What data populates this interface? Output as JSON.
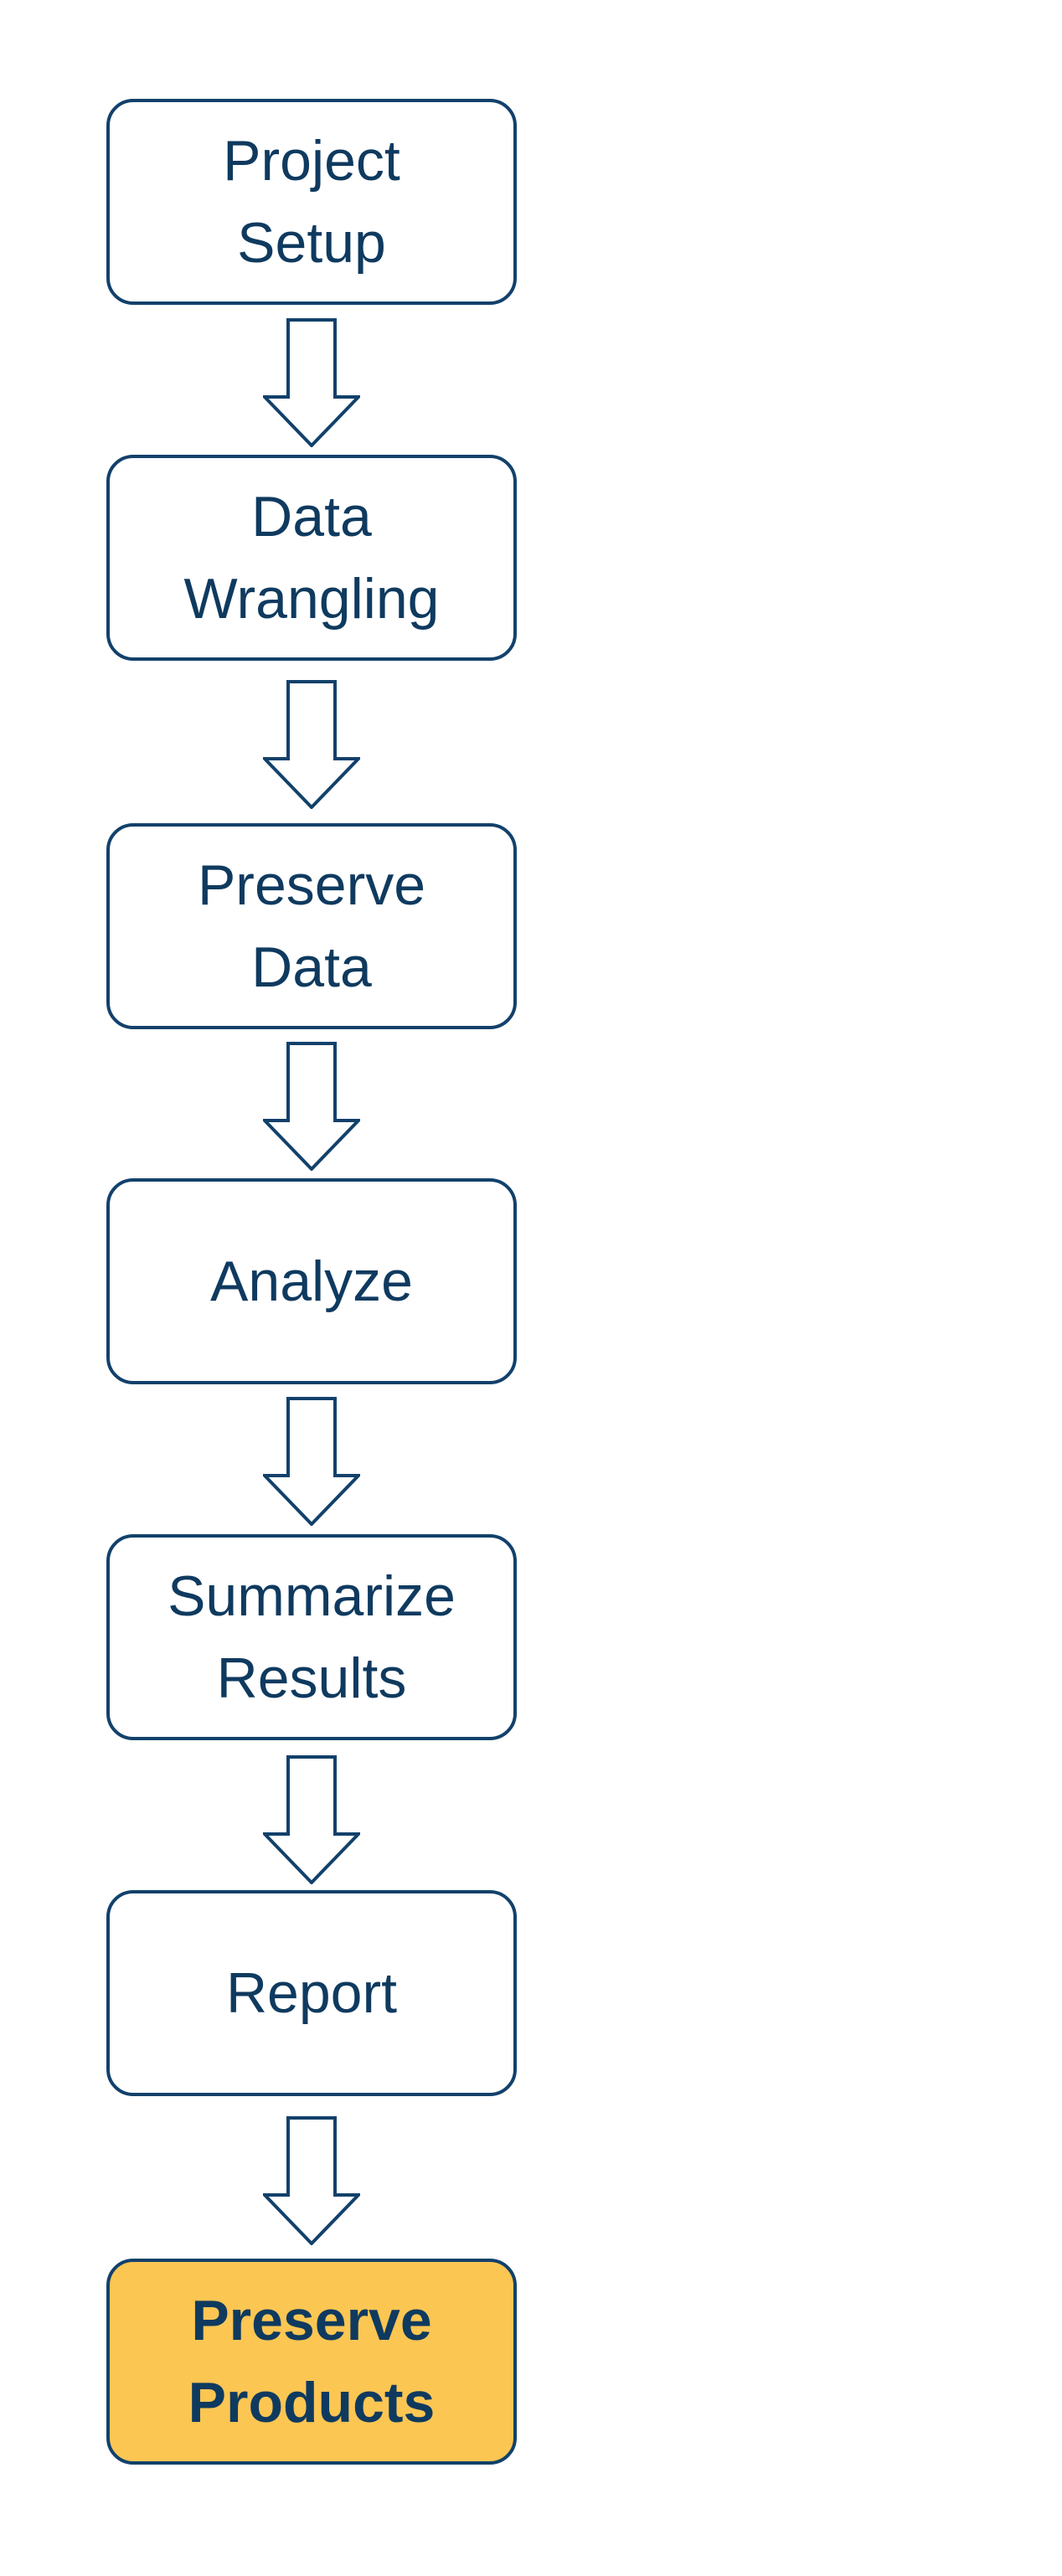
{
  "colors": {
    "stroke": "#12416b",
    "text": "#0f3a5f",
    "box_fill": "#ffffff",
    "highlight_fill": "#fcc653"
  },
  "steps": [
    {
      "label": "Project\nSetup",
      "highlight": false
    },
    {
      "label": "Data\nWrangling",
      "highlight": false
    },
    {
      "label": "Preserve\nData",
      "highlight": false
    },
    {
      "label": "Analyze",
      "highlight": false
    },
    {
      "label": "Summarize\nResults",
      "highlight": false
    },
    {
      "label": "Report",
      "highlight": false
    },
    {
      "label": "Preserve\nProducts",
      "highlight": true
    }
  ]
}
